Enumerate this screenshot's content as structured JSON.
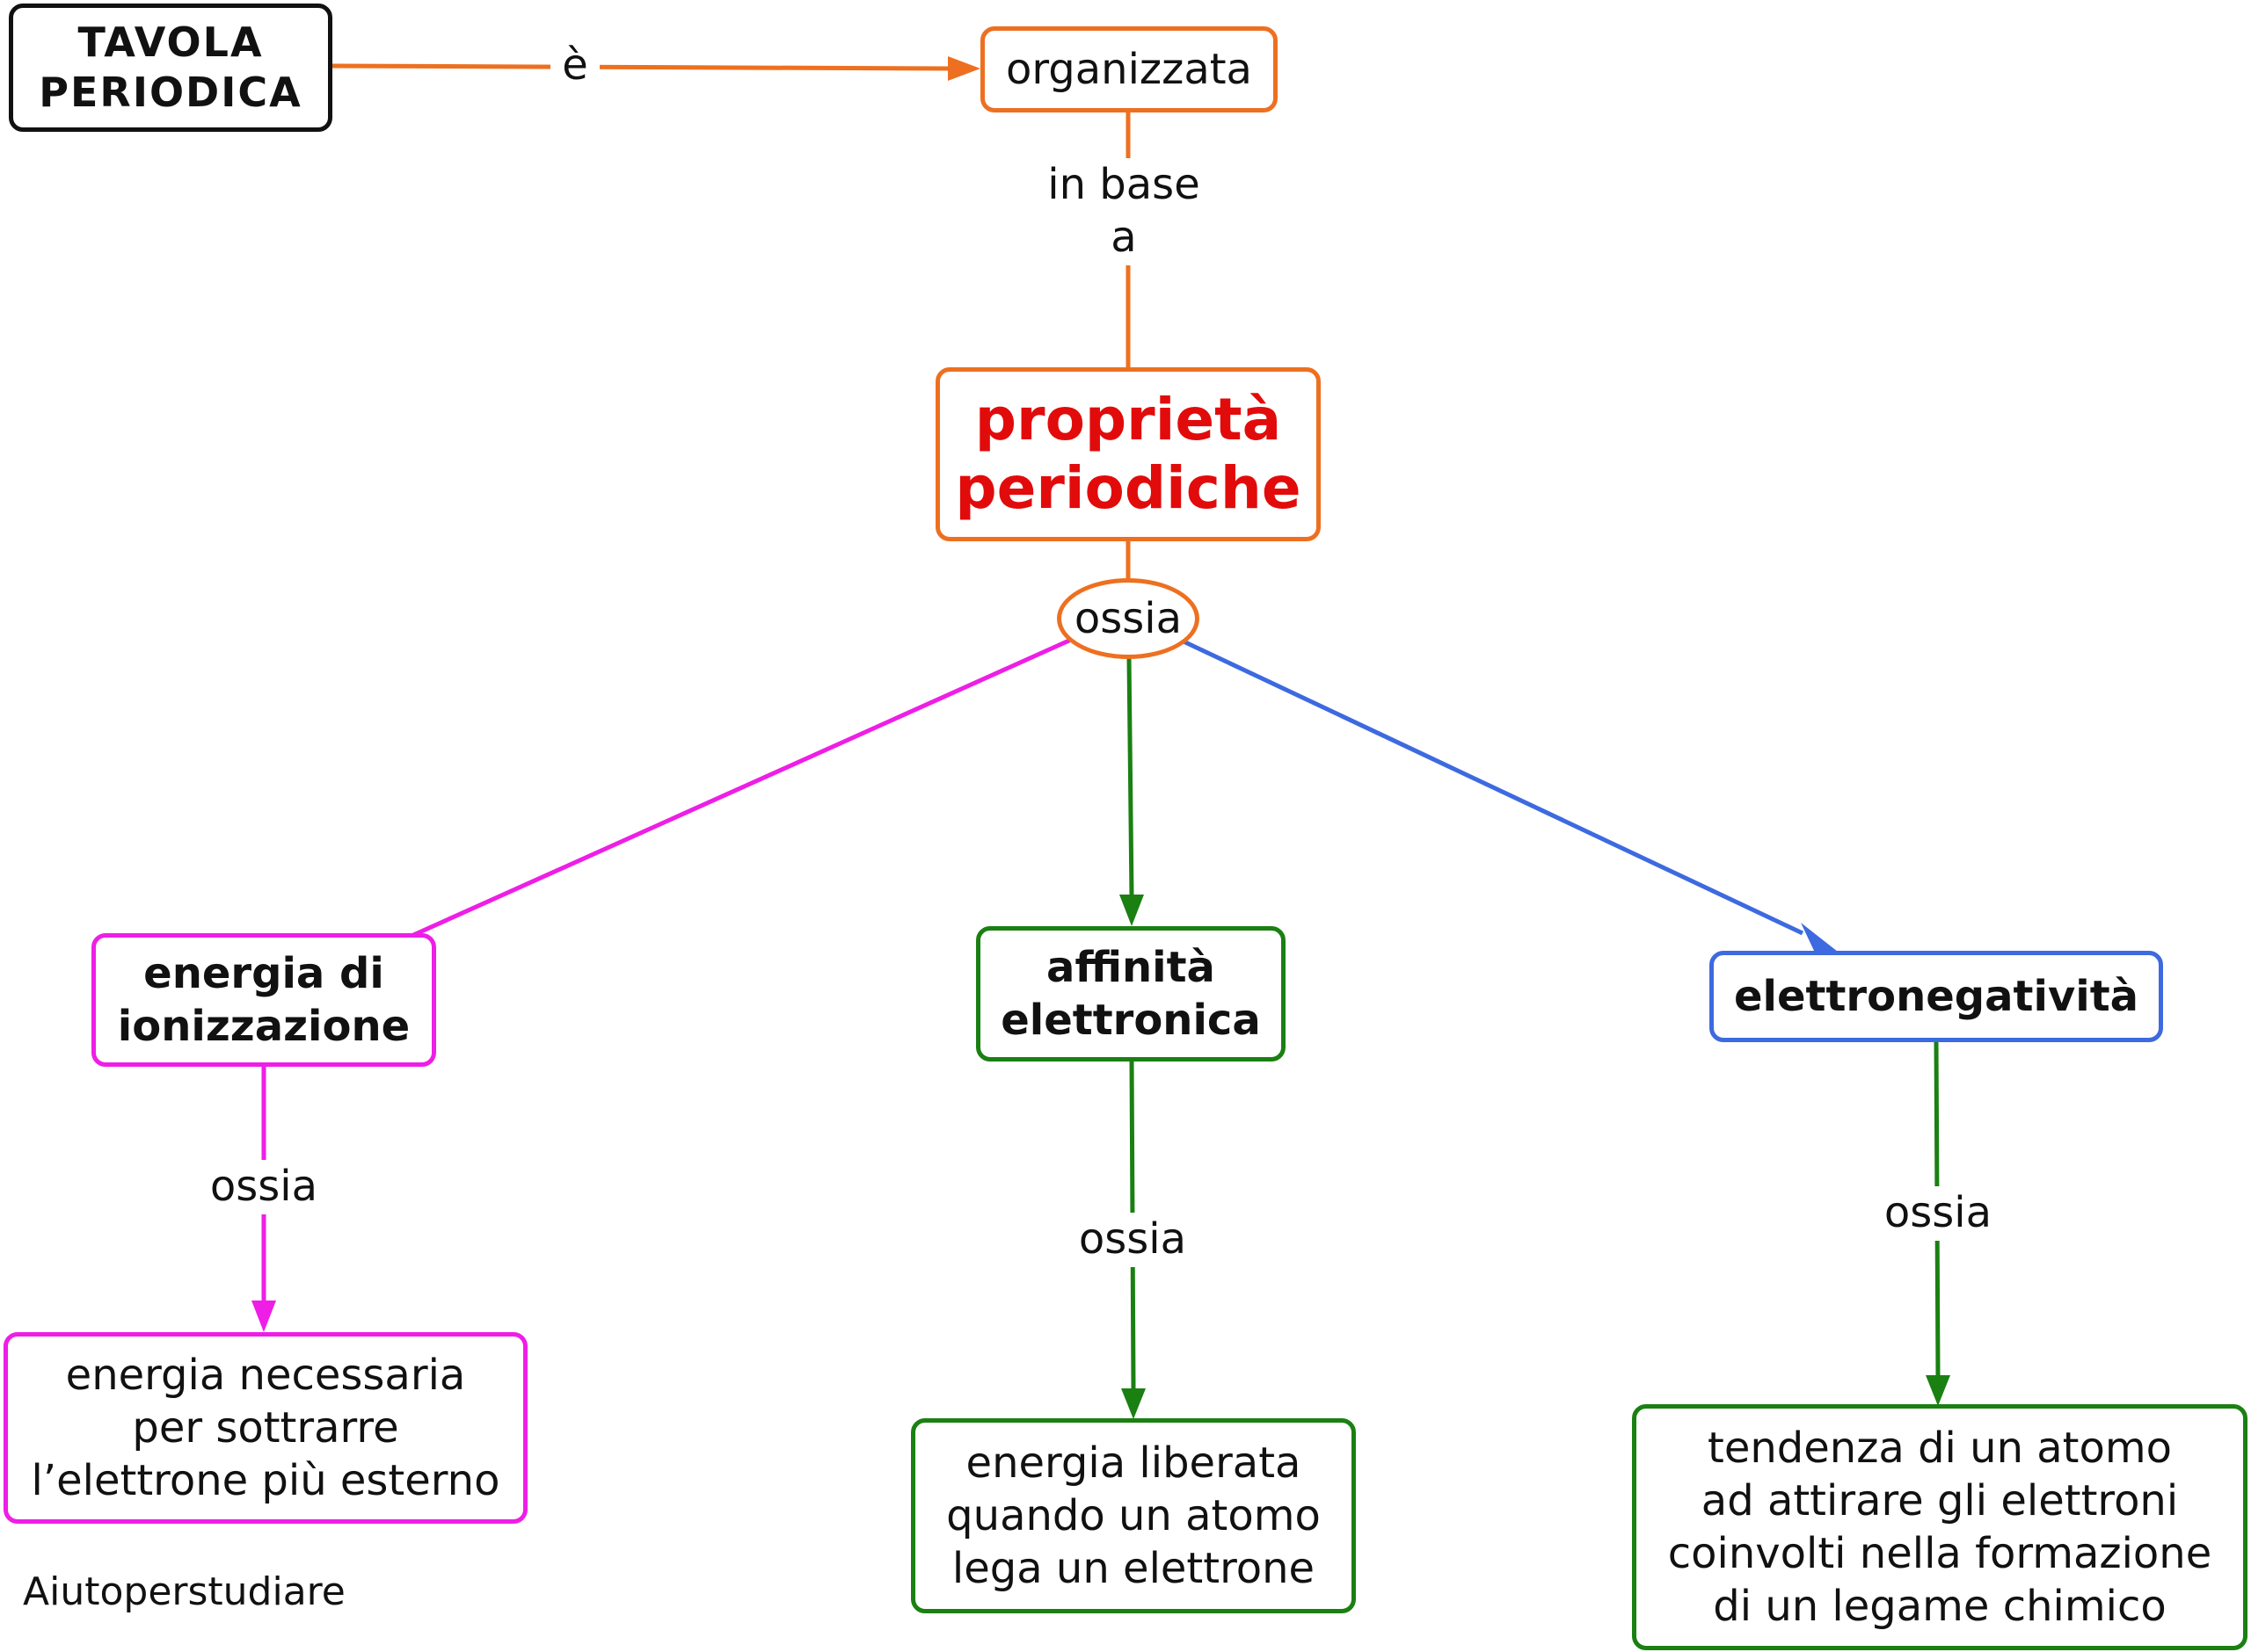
{
  "colors": {
    "orange": "#ed7020",
    "magenta": "#ee1ee6",
    "green": "#1a8012",
    "blue": "#3d6ae0",
    "title_red": "#e20b0b",
    "black": "#111111"
  },
  "nodes": {
    "tavola": "TAVOLA\nPERIODICA",
    "organizzata": "organizzata",
    "proprieta": "proprietà\nperiodiche",
    "ossia_center": "ossia",
    "energia_ion": "energia di\nionizzazione",
    "affinita": "affinità\nelettronica",
    "elettroneg": "elettronegatività",
    "desc_ion": "energia necessaria\nper sottrarre\nl’elettrone più esterno",
    "desc_aff": "energia liberata\nquando un atomo\nlega un elettrone",
    "desc_eneg": "tendenza di un atomo\nad attirare gli elettroni\ncoinvolti nella formazione\ndi un legame chimico"
  },
  "link_labels": {
    "e": "è",
    "in_base_a": "in base\na",
    "ossia_ion": "ossia",
    "ossia_aff": "ossia",
    "ossia_eneg": "ossia"
  },
  "footer": "Aiutoperstudiare"
}
